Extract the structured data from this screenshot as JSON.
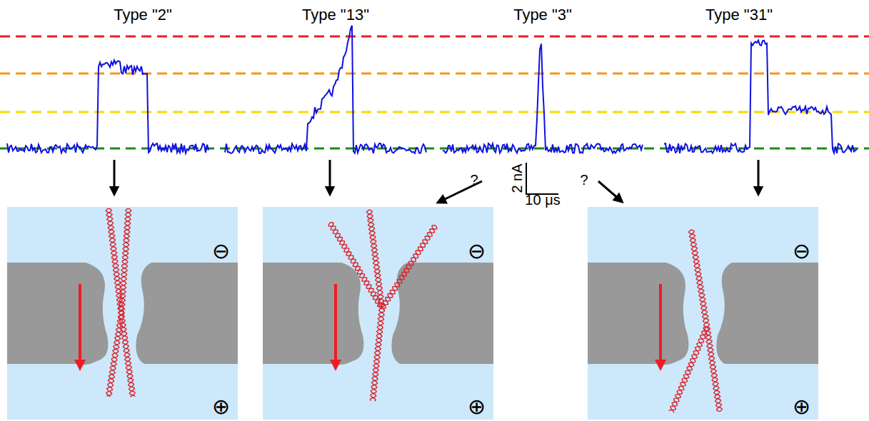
{
  "diagram": {
    "labels": [
      "Type \"2\"",
      "Type \"13\"",
      "Type \"3\"",
      "Type \"31\"",
      "?",
      "2 nA",
      "10 μs",
      "?",
      "⊖",
      "⊕",
      "⊖",
      "⊕",
      "⊖",
      "⊕"
    ]
  }
}
